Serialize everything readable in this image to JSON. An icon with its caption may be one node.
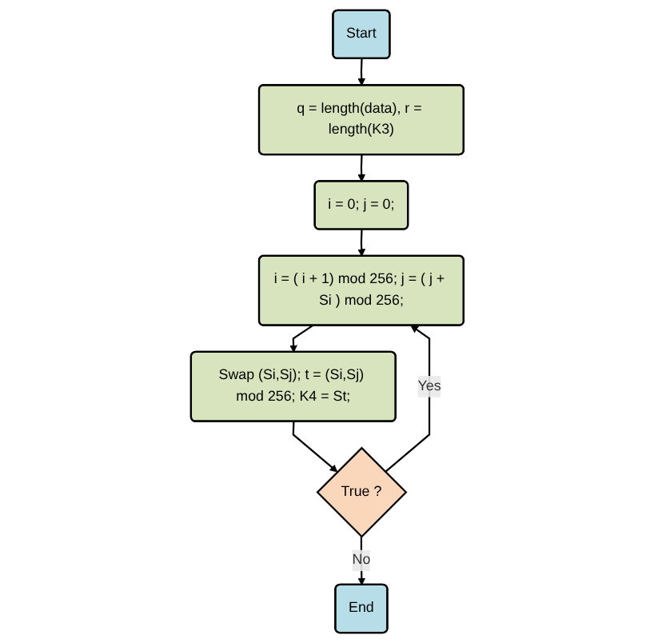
{
  "diagram": {
    "nodes": [
      {
        "text": [
          "Start"
        ]
      },
      {
        "text": [
          "q = length(data), r = length(K3)"
        ]
      },
      {
        "text": [
          "i = 0; j = 0;"
        ]
      },
      {
        "text": [
          "i = ( i + 1) mod 256; j = ( j + Si ) mod 256;"
        ]
      },
      {
        "text": [
          "Swap (Si,Sj); t = (Si,Sj) mod 256; K4 = St;"
        ]
      },
      {
        "text": [
          "True ?"
        ]
      },
      {
        "text": [
          "End"
        ]
      }
    ],
    "edges": [
      {
        "from": 0,
        "to": 1,
        "arrow": "to"
      },
      {
        "from": 1,
        "to": 2,
        "arrow": "to"
      },
      {
        "from": 2,
        "to": 3,
        "arrow": "to"
      },
      {
        "from": 3,
        "to": 4,
        "arrow": "to"
      },
      {
        "from": 4,
        "to": 5,
        "arrow": "to"
      },
      {
        "from": 5,
        "to": 6,
        "label": "No",
        "arrow": "to"
      },
      {
        "from": 5,
        "to": 3,
        "label": "Yes",
        "arrow": "to"
      }
    ]
  }
}
